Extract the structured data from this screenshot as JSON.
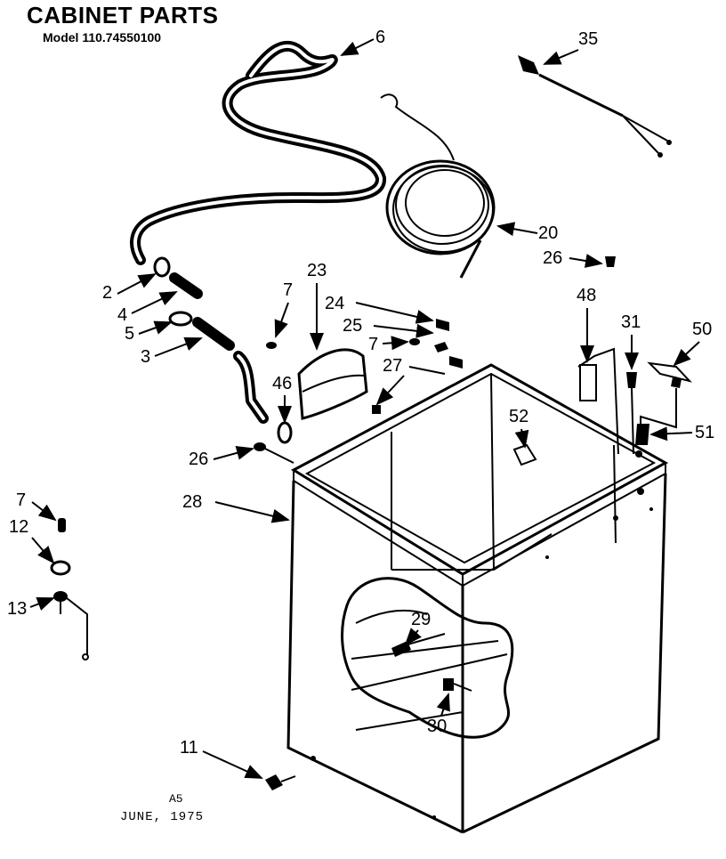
{
  "header": {
    "title": "CABINET PARTS",
    "model": "Model 110.74550100"
  },
  "footer": {
    "code": "A5",
    "date": "JUNE, 1975"
  },
  "callouts": [
    "6",
    "35",
    "20",
    "26",
    "2",
    "4",
    "5",
    "3",
    "7",
    "23",
    "24",
    "25",
    "7",
    "27",
    "46",
    "26",
    "48",
    "31",
    "50",
    "51",
    "52",
    "28",
    "7",
    "12",
    "13",
    "29",
    "30",
    "11"
  ]
}
